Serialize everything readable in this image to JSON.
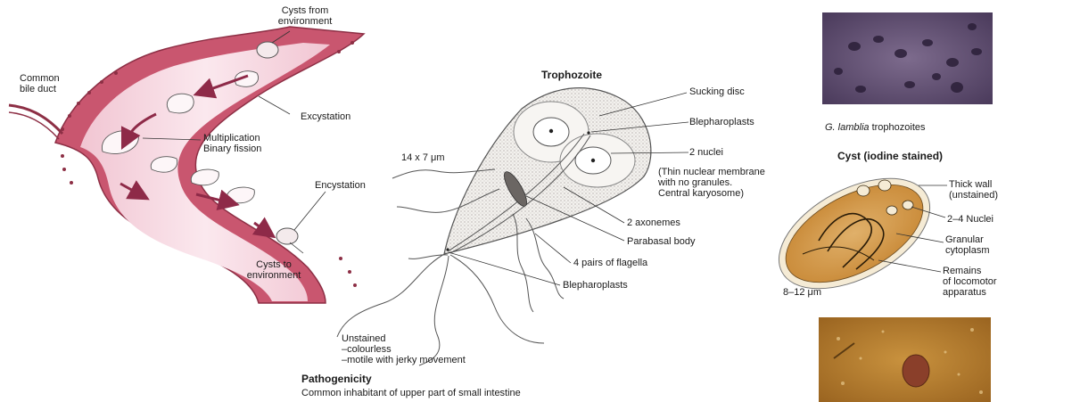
{
  "life_cycle": {
    "cysts_from_env": [
      "Cysts from",
      "environment"
    ],
    "common_bile_duct": [
      "Common",
      "bile duct"
    ],
    "excystation": "Excystation",
    "multiplication": [
      "Multiplication",
      "Binary fission"
    ],
    "encystation": "Encystation",
    "cysts_to_env": [
      "Cysts to",
      "environment"
    ]
  },
  "trophozoite": {
    "title": "Trophozoite",
    "size": "14 x 7 μm",
    "sucking_disc": "Sucking disc",
    "blepharoplasts_top": "Blepharoplasts",
    "nuclei": "2 nuclei",
    "nuclear_note": [
      "(Thin nuclear membrane",
      "with no granules.",
      "Central karyosome)"
    ],
    "axonemes": "2 axonemes",
    "parabasal": "Parabasal body",
    "flagella": "4 pairs of flagella",
    "blepharoplasts_bottom": "Blepharoplasts",
    "unstained": [
      "Unstained",
      "–colourless",
      "–motile with jerky movement"
    ]
  },
  "pathogenicity": {
    "title": "Pathogenicity",
    "text": "Common inhabitant of upper part of small intestine"
  },
  "photo_top": {
    "caption_italic": "G. lamblia",
    "caption_rest": " trophozoites"
  },
  "cyst": {
    "title": "Cyst (iodine stained)",
    "thick_wall": [
      "Thick wall",
      "(unstained)"
    ],
    "nuclei": "2–4 Nuclei",
    "granular": [
      "Granular",
      "cytoplasm"
    ],
    "remains": [
      "Remains",
      "of locomotor",
      "apparatus"
    ],
    "size": "8–12 μm"
  },
  "colors": {
    "intestine_wall": "#c9566f",
    "intestine_lumen": "#f6dbe2",
    "arrow": "#8e2a48",
    "cyst_fill": "#d9a55a",
    "photo_purple": "#5b4a6e",
    "photo_brown": "#b07a2a"
  }
}
